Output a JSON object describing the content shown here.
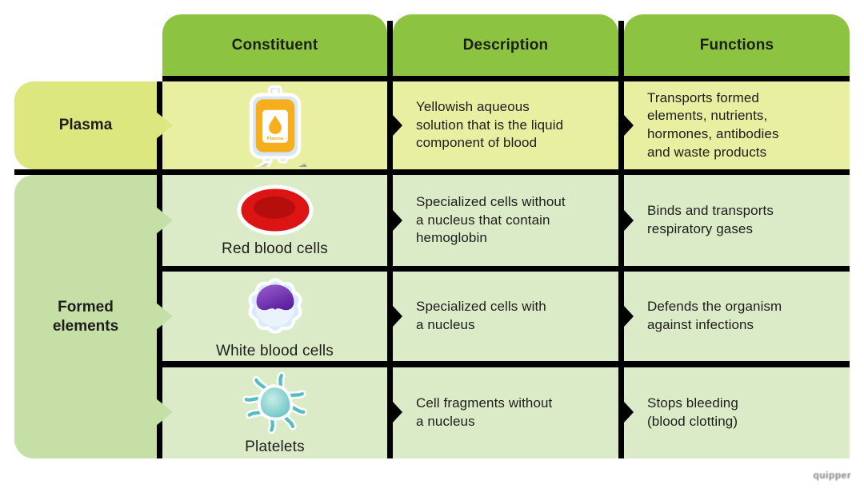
{
  "colors": {
    "header_green": "#8cc441",
    "plasma_label_bg": "#dde77f",
    "plasma_cell_bg": "#e8efa0",
    "formed_label_bg": "#c6dfa6",
    "formed_cell_bg": "#dcebc7",
    "grid_black": "#000000",
    "text_dark": "#1d1d1b",
    "watermark_gray": "#7d7d7d",
    "rbc_red": "#dd1414",
    "rbc_dark_red": "#b60d0d",
    "wbc_blue": "#d9eafa",
    "wbc_blue_inner": "#eaf3fc",
    "wbc_nucleus_light": "#9a5fd0",
    "wbc_nucleus_dark": "#5e21a0",
    "platelet_teal": "#57bdc1",
    "platelet_light": "#c9ece6",
    "bag_amber": "#f6ae1c",
    "bag_blue": "#d6e8f8",
    "connector_gray": "#9aa0a6"
  },
  "headers": [
    {
      "label": "Constituent"
    },
    {
      "label": "Description"
    },
    {
      "label": "Functions"
    }
  ],
  "groups": [
    {
      "label": "Plasma",
      "rows": [
        {
          "constituent": "",
          "icon": "plasma-bag-icon",
          "description": "Yellowish aqueous\nsolution that is the liquid\ncomponent of blood",
          "functions": "Transports formed\nelements, nutrients,\nhormones, antibodies\nand waste products"
        }
      ]
    },
    {
      "label": "Formed\nelements",
      "rows": [
        {
          "constituent": "Red blood cells",
          "icon": "red-blood-cell-icon",
          "description": "Specialized cells without\na nucleus that contain\nhemoglobin",
          "functions": "Binds and transports\nrespiratory gases"
        },
        {
          "constituent": "White blood cells",
          "icon": "white-blood-cell-icon",
          "description": "Specialized cells with\na nucleus",
          "functions": "Defends the organism\nagainst infections"
        },
        {
          "constituent": "Platelets",
          "icon": "platelet-icon",
          "description": "Cell fragments without\na nucleus",
          "functions": "Stops bleeding\n(blood clotting)"
        }
      ]
    }
  ],
  "plasma_bag_text": "Plasma",
  "watermark": "quipper"
}
